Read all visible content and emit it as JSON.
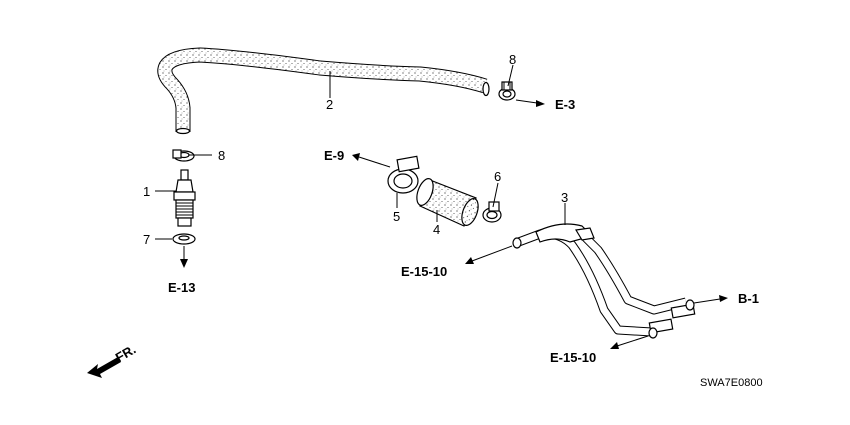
{
  "callouts": {
    "n1": "1",
    "n2": "2",
    "n3": "3",
    "n4": "4",
    "n5": "5",
    "n6": "6",
    "n7": "7",
    "n8a": "8",
    "n8b": "8"
  },
  "refs": {
    "e3": "E-3",
    "e9": "E-9",
    "e13": "E-13",
    "e1510a": "E-15-10",
    "e1510b": "E-15-10",
    "b1": "B-1"
  },
  "front_label": "FR.",
  "diagram_code": "SWA7E0800"
}
